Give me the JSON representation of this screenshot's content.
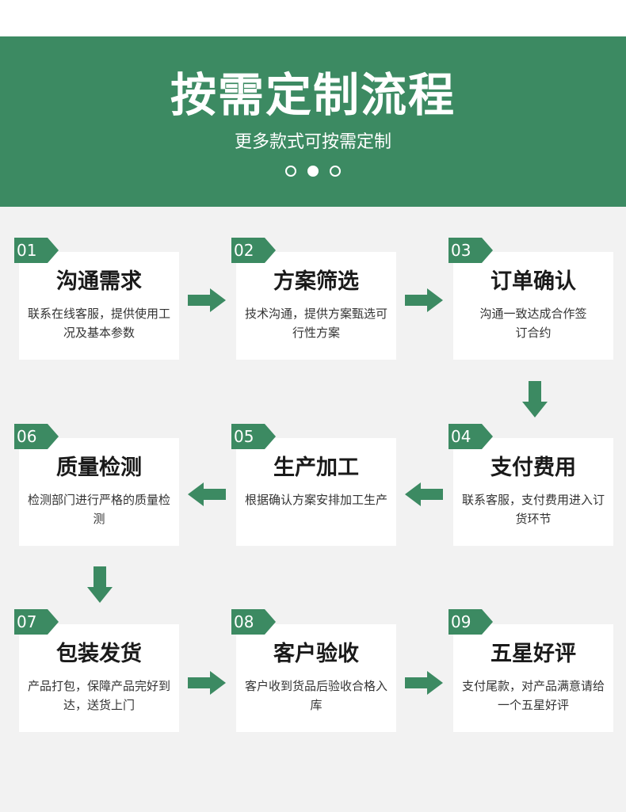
{
  "header": {
    "title": "按需定制流程",
    "subtitle": "更多款式可按需定制",
    "accent_color": "#3c8a62"
  },
  "steps": [
    {
      "num": "01",
      "title": "沟通需求",
      "desc": "联系在线客服，提供使用工况及基本参数"
    },
    {
      "num": "02",
      "title": "方案筛选",
      "desc": "技术沟通，提供方案甄选可行性方案"
    },
    {
      "num": "03",
      "title": "订单确认",
      "desc": "沟通一致达成合作签订合约"
    },
    {
      "num": "04",
      "title": "支付费用",
      "desc": "联系客服，支付费用进入订货环节"
    },
    {
      "num": "05",
      "title": "生产加工",
      "desc": "根据确认方案安排加工生产"
    },
    {
      "num": "06",
      "title": "质量检测",
      "desc": "检测部门进行严格的质量检测"
    },
    {
      "num": "07",
      "title": "包装发货",
      "desc": "产品打包，保障产品完好到达，送货上门"
    },
    {
      "num": "08",
      "title": "客户验收",
      "desc": "客户收到货品后验收合格入库"
    },
    {
      "num": "09",
      "title": "五星好评",
      "desc": "支付尾款，对产品满意请给一个五星好评"
    }
  ],
  "arrows": [
    {
      "direction": "right",
      "icon": "arrow-right-icon"
    },
    {
      "direction": "right",
      "icon": "arrow-right-icon"
    },
    {
      "direction": "down",
      "icon": "arrow-down-icon"
    },
    {
      "direction": "left",
      "icon": "arrow-left-icon"
    },
    {
      "direction": "left",
      "icon": "arrow-left-icon"
    },
    {
      "direction": "down",
      "icon": "arrow-down-icon"
    },
    {
      "direction": "right",
      "icon": "arrow-right-icon"
    },
    {
      "direction": "right",
      "icon": "arrow-right-icon"
    }
  ]
}
